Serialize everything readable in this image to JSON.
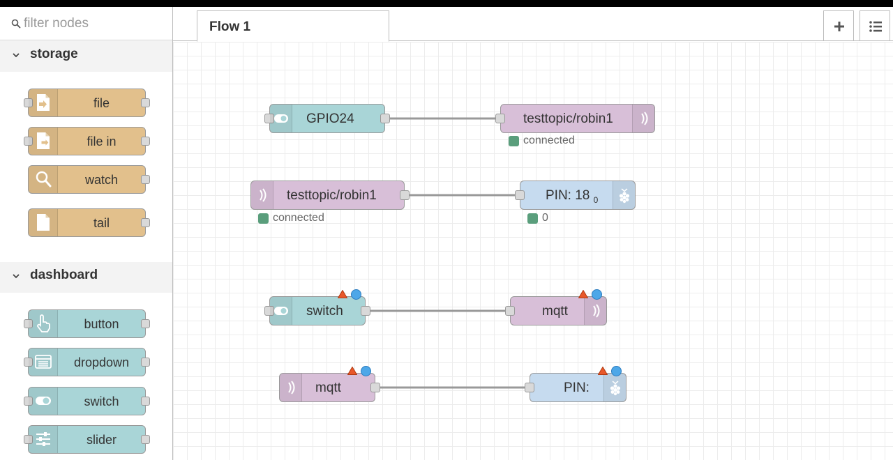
{
  "palette": {
    "filter_placeholder": "filter nodes",
    "categories": [
      {
        "label": "storage",
        "nodes": [
          {
            "label": "file",
            "icon": "file-icon"
          },
          {
            "label": "file in",
            "icon": "file-in-icon"
          },
          {
            "label": "watch",
            "icon": "watch-icon"
          },
          {
            "label": "tail",
            "icon": "tail-icon"
          }
        ]
      },
      {
        "label": "dashboard",
        "nodes": [
          {
            "label": "button",
            "icon": "hand-pointer-icon"
          },
          {
            "label": "dropdown",
            "icon": "dropdown-list-icon"
          },
          {
            "label": "switch",
            "icon": "toggle-icon"
          },
          {
            "label": "slider",
            "icon": "sliders-icon"
          }
        ]
      }
    ]
  },
  "tabs": [
    {
      "label": "Flow 1"
    }
  ],
  "toolbar": {
    "add_icon": "plus-icon",
    "menu_icon": "list-icon"
  },
  "flow": {
    "nodes": [
      {
        "label": "GPIO24",
        "icon": "toggle-icon"
      },
      {
        "label": "testtopic/robin1",
        "icon": "mqtt-signal-icon",
        "status": "connected"
      },
      {
        "label": "testtopic/robin1",
        "icon": "mqtt-signal-icon",
        "status": "connected"
      },
      {
        "label": "PIN: 18",
        "sub": "0",
        "icon": "raspberry-pi-icon",
        "status": "0"
      },
      {
        "label": "switch",
        "icon": "toggle-icon"
      },
      {
        "label": "mqtt",
        "icon": "mqtt-signal-icon"
      },
      {
        "label": "mqtt",
        "icon": "mqtt-signal-icon"
      },
      {
        "label": "PIN:",
        "icon": "raspberry-pi-icon"
      }
    ]
  },
  "colors": {
    "storage_node": "#e2c08c",
    "dashboard_node": "#a9d5d7",
    "mqtt_node": "#d8bfd8",
    "rpi_node": "#c6dbef",
    "status_connected": "#5a9e7c",
    "warning": "#e8582a",
    "changed": "#4da7e8"
  }
}
